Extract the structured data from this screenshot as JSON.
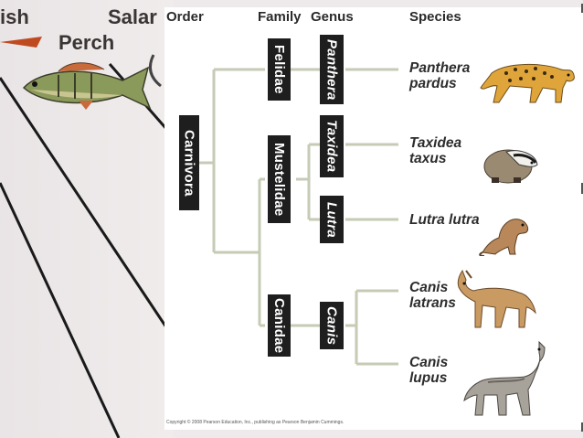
{
  "background": {
    "labels": {
      "fish": "ish",
      "salamander": "Salar",
      "perch": "Perch"
    }
  },
  "headers": {
    "order": "Order",
    "family": "Family",
    "genus": "Genus",
    "species": "Species"
  },
  "order": {
    "label": "Carnivora"
  },
  "families": [
    {
      "label": "Felidae"
    },
    {
      "label": "Mustelidae"
    },
    {
      "label": "Canidae"
    }
  ],
  "genera": [
    {
      "label": "Panthera"
    },
    {
      "label": "Taxidea"
    },
    {
      "label": "Lutra"
    },
    {
      "label": "Canis"
    }
  ],
  "species": [
    {
      "line1": "Panthera",
      "line2": "pardus",
      "animal": "leopard-icon"
    },
    {
      "line1": "Taxidea",
      "line2": "taxus",
      "animal": "badger-icon"
    },
    {
      "line1": "Lutra lutra",
      "line2": "",
      "animal": "otter-icon"
    },
    {
      "line1": "Canis",
      "line2": "latrans",
      "animal": "coyote-icon"
    },
    {
      "line1": "Canis",
      "line2": "lupus",
      "animal": "wolf-icon"
    }
  ],
  "copyright": "Copyright © 2008 Pearson Education, Inc., publishing as Pearson Benjamin Cummings.",
  "colors": {
    "box": "#1e1e1e",
    "line": "#c5cbb4",
    "text": "#2a2a2a"
  }
}
